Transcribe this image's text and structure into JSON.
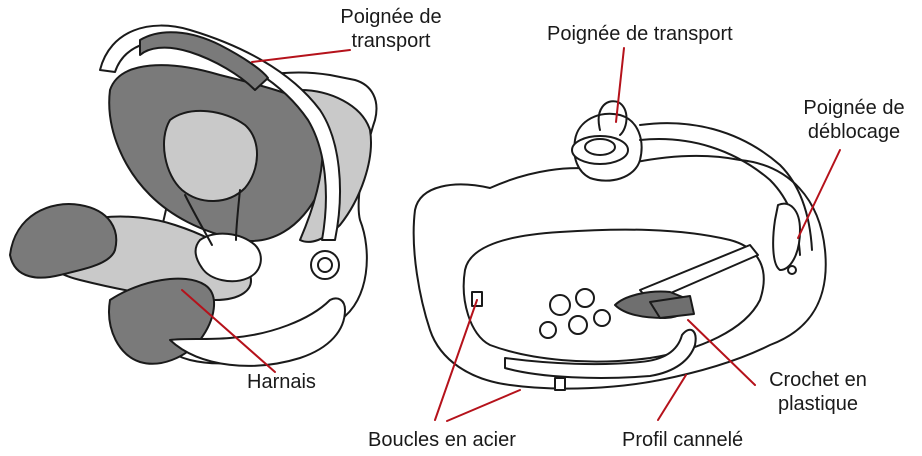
{
  "colors": {
    "leader": "#b5121b",
    "outline": "#1a1a1a",
    "fabric_dark": "#7a7a7a",
    "fabric_light": "#c9c9c9",
    "shell": "#ffffff",
    "base_part": "#6f6f6f"
  },
  "left_view": {
    "labels": {
      "carry_handle_line1": "Poignée de",
      "carry_handle_line2": "transport",
      "harness": "Harnais"
    }
  },
  "right_view": {
    "labels": {
      "carry_handle": "Poignée de transport",
      "release_handle_line1": "Poignée de",
      "release_handle_line2": "déblocage",
      "plastic_hook_line1": "Crochet en",
      "plastic_hook_line2": "plastique",
      "steel_buckles": "Boucles en acier",
      "ridged_profile": "Profil cannelé"
    }
  }
}
